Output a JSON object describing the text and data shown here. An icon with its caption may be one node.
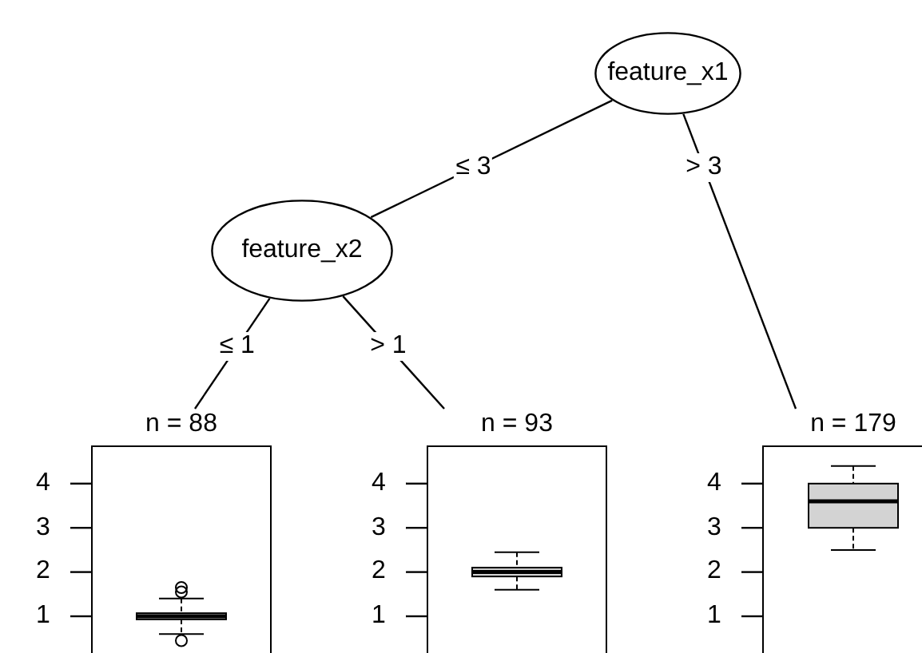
{
  "diagram": {
    "nodes": [
      {
        "text": [
          "feature_x1"
        ]
      },
      {
        "text": [
          "feature_x2"
        ]
      },
      {
        "text": [
          "n = 88"
        ]
      },
      {
        "text": [
          "n = 93"
        ]
      },
      {
        "text": [
          "n = 179"
        ]
      }
    ],
    "edges": [
      {
        "from": 0,
        "to": 1,
        "arrow": "none",
        "label": "≤ 3"
      },
      {
        "from": 0,
        "to": 4,
        "arrow": "none",
        "label": "> 3"
      },
      {
        "from": 1,
        "to": 2,
        "arrow": "none",
        "label": "≤ 1"
      },
      {
        "from": 1,
        "to": 3,
        "arrow": "none",
        "label": "> 1"
      }
    ],
    "labels": [
      "4",
      "3",
      "2",
      "1",
      "4",
      "3",
      "2",
      "1",
      "4",
      "3",
      "2",
      "1"
    ]
  }
}
